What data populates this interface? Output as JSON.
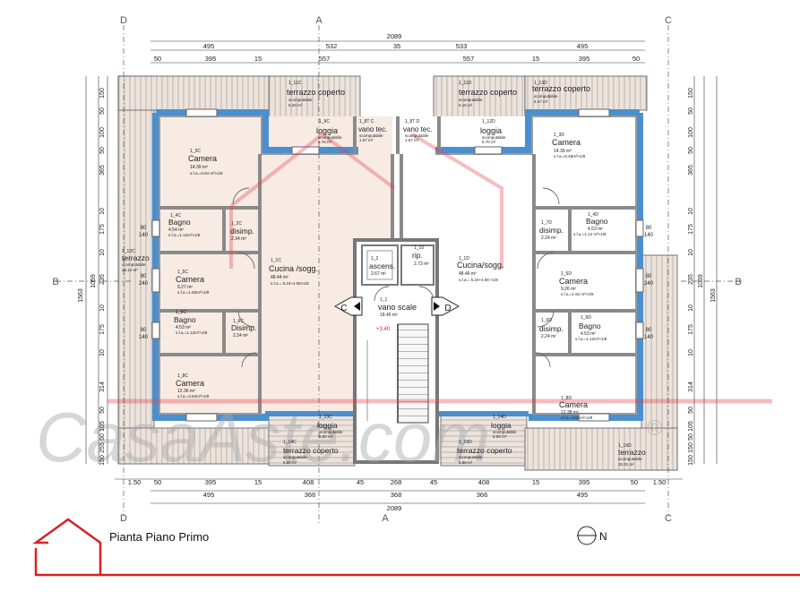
{
  "plan": {
    "title": "Pianta Piano Primo",
    "north": "N",
    "section_marks": {
      "a": "A",
      "b": "B",
      "c": "C",
      "d": "D"
    },
    "top_total": "2089",
    "bottom_total": "2089",
    "top_dims_row1": [
      "495",
      "532",
      "35",
      "533",
      "495"
    ],
    "top_dims_row2": [
      "50",
      "395",
      "15",
      "557",
      "557",
      "15",
      "395",
      "50"
    ],
    "bottom_dims_row1": [
      "1.50",
      "50",
      "395",
      "15",
      "408",
      "45",
      "268",
      "45",
      "408",
      "15",
      "395",
      "50",
      "1.50"
    ],
    "bottom_dims_row2": [
      "495",
      "366",
      "368",
      "366",
      "495"
    ],
    "left_dims": [
      "150",
      "50",
      "100",
      "50",
      "365",
      "10",
      "175",
      "10",
      "235",
      "10",
      "175",
      "10",
      "314",
      "50",
      "105",
      "50",
      "255",
      "150"
    ],
    "left_totals": [
      "1563",
      "1059"
    ],
    "right_dims": [
      "150",
      "50",
      "100",
      "50",
      "365",
      "10",
      "175",
      "10",
      "235",
      "10",
      "175",
      "10",
      "314",
      "50",
      "105",
      "50",
      "150",
      "150"
    ],
    "right_totals": [
      "1563",
      "1059"
    ],
    "window_codes": [
      "80",
      "140",
      "80",
      "240",
      "80",
      "140",
      "80",
      "140",
      "80",
      "240",
      "80",
      "140"
    ],
    "stair_landing": "+3.40"
  },
  "rooms": {
    "terrazzo_top_left": {
      "code": "1_11C",
      "name": "terrazzo coperto",
      "sub": "scomputabile",
      "area": "5.20 m²"
    },
    "loggia_top_left": {
      "code": "1_9C",
      "name": "loggia",
      "sub": "scomputabile",
      "area": "5.78 m²"
    },
    "vano_tec_left": {
      "code": "1_8T C",
      "name": "vano tec.",
      "sub": "scomputabile",
      "area": "1.67 m²"
    },
    "vano_tec_right": {
      "code": "1_8T D",
      "name": "vano tec.",
      "sub": "scomputabile",
      "area": "1.67 m²"
    },
    "loggia_top_right": {
      "code": "1_12D",
      "name": "loggia",
      "sub": "scomputabile",
      "area": "5.70 m²"
    },
    "terrazzo_top_mid_right": {
      "code": "1_11D",
      "name": "terrazzo coperto",
      "sub": "scomputabile",
      "area": "5.15 m²"
    },
    "terrazzo_top_right": {
      "code": "1_13D",
      "name": "terrazzo coperto",
      "sub": "scomputabile",
      "area": "6.47 m²"
    },
    "camera_c1": {
      "code": "1_3C",
      "name": "Camera",
      "area": "14.39 m²",
      "ratio": "s.f.a.=0.84 m²>1/8"
    },
    "bagno_c1": {
      "code": "1_4C",
      "name": "Bagno",
      "area": "4.54 m²",
      "ratio": "s.f.a.=1.12m²>1/8"
    },
    "disimp_c1": {
      "code": "1_2C",
      "name": "disimp.",
      "area": "2.34 m²"
    },
    "terrazzo_left": {
      "code": "1_12C",
      "name": "terrazzo",
      "sub": "scomputabile",
      "area": "36.12 m²"
    },
    "camera_c2": {
      "code": "1_5C",
      "name": "Camera",
      "area": "9.27 m²",
      "ratio": "s.f.a.=1.92m²>1/8"
    },
    "cucina_c": {
      "code": "1_1C",
      "name": "Cucina /sogg.",
      "area": "48.44 m²",
      "ratio": "s.f.a.= 5.24+4.08>1/8"
    },
    "bagno_c2": {
      "code": "1_9C",
      "name": "Bagno",
      "area": "4.53 m²",
      "ratio": "s.f.a.=1.12m²>1/8"
    },
    "disimp_c2": {
      "code": "1_6C",
      "name": "Disimp.",
      "area": "2.24 m²"
    },
    "camera_c3": {
      "code": "1_8C",
      "name": "Camera",
      "area": "12.36 m²",
      "ratio": "s.f.a.=3.84m²>1/8"
    },
    "ascens": {
      "code": "1_2",
      "name": "ascens.",
      "area": "2.67 m²"
    },
    "rip": {
      "code": "1_10",
      "name": "rip.",
      "area": "2.73 m²"
    },
    "vano_scale": {
      "code": "1_1",
      "name": "vano scale",
      "area": "18.45 m²"
    },
    "cucina_d": {
      "code": "1_1D",
      "name": "Cucina/sogg.",
      "area": "48.46 m²",
      "ratio": "s.f.a.= 5.24+4.08 >1/8"
    },
    "camera_d1": {
      "code": "1_3D",
      "name": "Camera",
      "area": "14.39 m²",
      "ratio": "s.f.a.=0.48m²>1/8"
    },
    "bagno_d1": {
      "code": "1_4D",
      "name": "Bagno",
      "area": "4.53 m²",
      "ratio": "s.f.a.=1.12 m²>1/8"
    },
    "disimp_d1": {
      "code": "1_7D",
      "name": "disimp.",
      "area": "2.24 m²"
    },
    "camera_d2": {
      "code": "1_5D",
      "name": "Camera",
      "area": "9.26 m²",
      "ratio": "s.f.a.=1.92 m²>1/8"
    },
    "disimp_d2": {
      "code": "1_6D",
      "name": "disimp.",
      "area": "2.24 m²"
    },
    "bagno_d2": {
      "code": "1_9D",
      "name": "Bagno",
      "area": "4.53 m²",
      "ratio": "s.f.a.=1.12m²>1/8"
    },
    "camera_d3": {
      "code": "1_8D",
      "name": "Camera",
      "area": "12.38 m²",
      "ratio": "s.f.a.=3.84m²>1/8"
    },
    "loggia_bot_left": {
      "code": "1_13C",
      "name": "loggia",
      "sub": "scomputabile",
      "area": "5.80 m²"
    },
    "terrazzo_bot_left": {
      "code": "1_14C",
      "name": "terrazzo coperto",
      "sub": "scomputabile",
      "area": "6.86 m²"
    },
    "loggia_bot_right": {
      "code": "1_14D",
      "name": "loggia",
      "sub": "scomputabile",
      "area": "5.00 m²"
    },
    "terrazzo_bot_right": {
      "code": "1_15D",
      "name": "terrazzo coperto",
      "sub": "scomputabile",
      "area": "6.88 m²"
    },
    "terrazzo_right": {
      "code": "1_16D",
      "name": "terrazzo",
      "sub": "scomputabile",
      "area": "32.01 m²"
    }
  },
  "watermark": {
    "text": "CasaAste.com",
    "symbol": "®"
  },
  "colors": {
    "wall_insulation": "#4b8fcf",
    "wall_core": "#d8d8d8",
    "apartment_c_fill": "#f7ebe4",
    "apartment_d_fill": "#ffffff",
    "terrace_hatch": "#b0a8a0",
    "watermark_red": "#e8404a",
    "watermark_grey": "#a8a8a8"
  }
}
